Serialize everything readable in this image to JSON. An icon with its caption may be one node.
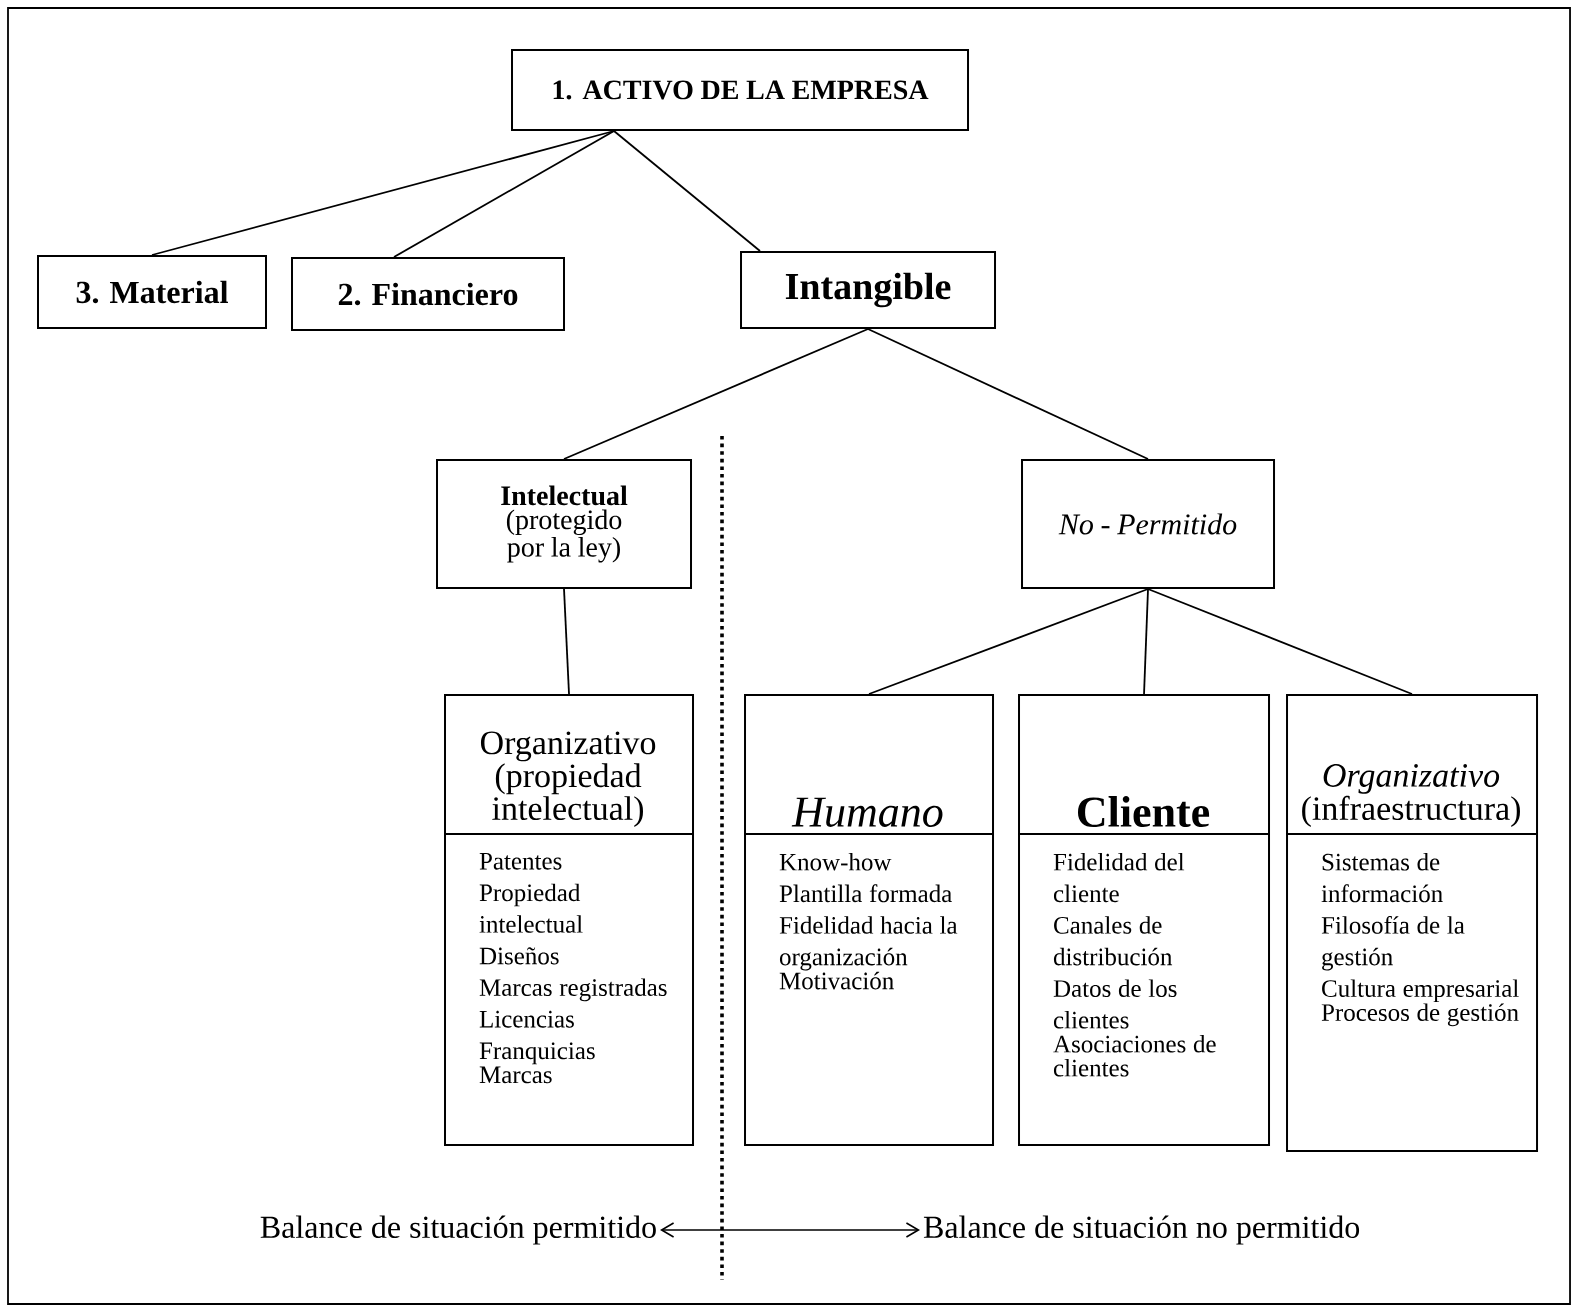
{
  "diagram": {
    "nodes": [
      {
        "text": [
          "1. ACTIVO DE LA EMPRESA"
        ]
      },
      {
        "text": [
          "3. Material"
        ]
      },
      {
        "text": [
          "2. Financiero"
        ]
      },
      {
        "text": [
          "Intangible"
        ]
      },
      {
        "text": [
          "Intelectual",
          "(protegido por la ley)"
        ]
      },
      {
        "text": [
          "No - Permitido"
        ]
      },
      {
        "text": [
          "Organizativo (propiedad intelectual)",
          "Patentes",
          "Propiedad intelectual",
          "Diseños",
          "Marcas registradas",
          "Licencias",
          "Franquicias",
          "Marcas"
        ]
      },
      {
        "text": [
          "Humano",
          "Know-how",
          "Plantilla formada",
          "Fidelidad hacia la organización",
          "Motivación"
        ]
      },
      {
        "text": [
          "Cliente",
          "Fidelidad del cliente",
          "Canales de distribución",
          "Datos de los clientes",
          "Asociaciones de clientes"
        ]
      },
      {
        "text": [
          "*Organizativo* (infraestructura)",
          "Sistemas de información",
          "Filosofía de la gestión",
          "Cultura empresarial",
          "Procesos de gestión"
        ]
      },
      {
        "text": [
          "Balance de situación permitido"
        ]
      },
      {
        "text": [
          "Balance de situación no permitido"
        ]
      }
    ],
    "edges": [
      {
        "from": 0,
        "to": 1,
        "arrow": "none"
      },
      {
        "from": 0,
        "to": 2,
        "arrow": "none"
      },
      {
        "from": 0,
        "to": 3,
        "arrow": "none"
      },
      {
        "from": 3,
        "to": 4,
        "arrow": "none"
      },
      {
        "from": 3,
        "to": 5,
        "arrow": "none"
      },
      {
        "from": 4,
        "to": 6,
        "arrow": "none"
      },
      {
        "from": 5,
        "to": 7,
        "arrow": "none"
      },
      {
        "from": 5,
        "to": 8,
        "arrow": "none"
      },
      {
        "from": 5,
        "to": 9,
        "arrow": "none"
      },
      {
        "from": 10,
        "to": 11,
        "arrow": "both"
      }
    ]
  }
}
